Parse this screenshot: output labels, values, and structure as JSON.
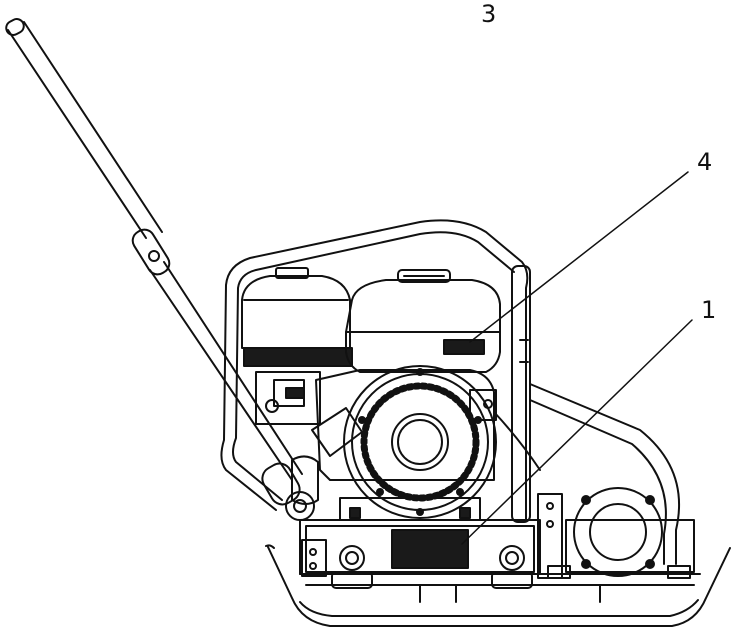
{
  "diagram": {
    "callouts": [
      {
        "id": "3",
        "label": "3"
      },
      {
        "id": "4",
        "label": "4"
      },
      {
        "id": "1",
        "label": "1"
      }
    ],
    "colors": {
      "line": "#111111",
      "fill_dark": "#1a1a1a",
      "background": "#ffffff"
    }
  }
}
